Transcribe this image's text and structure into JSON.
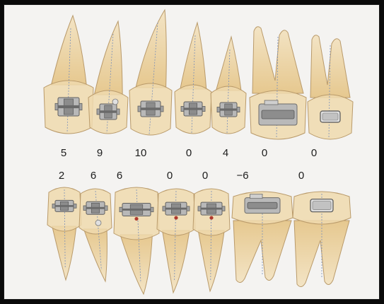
{
  "upper_row": {
    "tooth_types": [
      "central-incisor",
      "lateral-incisor",
      "canine",
      "first-premolar",
      "second-premolar",
      "first-molar",
      "second-molar"
    ],
    "values": [
      "5",
      "9",
      "10",
      "0",
      "4",
      "0",
      "0"
    ]
  },
  "lower_row": {
    "tooth_types": [
      "central-incisor",
      "lateral-incisor",
      "canine",
      "first-premolar",
      "second-premolar",
      "first-molar",
      "second-molar"
    ],
    "values": [
      "2",
      "6",
      "6",
      "0",
      "0",
      "−6",
      "0"
    ]
  },
  "colors": {
    "tooth_fill": "#eed9ae",
    "tooth_root": "#e6c88f",
    "tooth_outline": "#b99a6a",
    "bracket": "#a5a5a5",
    "bracket_dark": "#5f5f5f",
    "axis_line": "#7a8fb8",
    "hook_red": "#b03a2e",
    "background": "#f4f3f1"
  }
}
